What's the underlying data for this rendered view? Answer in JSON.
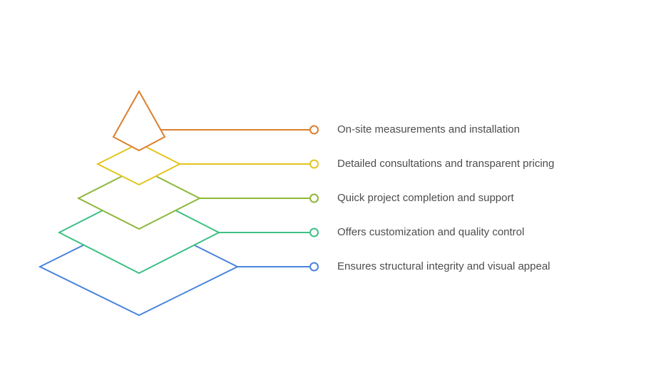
{
  "diagram": {
    "type": "layered-pyramid",
    "levels": [
      {
        "label": "On-site measurements and installation",
        "color": "#DB7F2E"
      },
      {
        "label": "Detailed consultations and transparent pricing",
        "color": "#E3C520"
      },
      {
        "label": "Quick project completion and support",
        "color": "#8DB83A"
      },
      {
        "label": "Offers customization and quality control",
        "color": "#3DBF85"
      },
      {
        "label": "Ensures structural integrity and visual appeal",
        "color": "#4A84DB"
      }
    ]
  }
}
